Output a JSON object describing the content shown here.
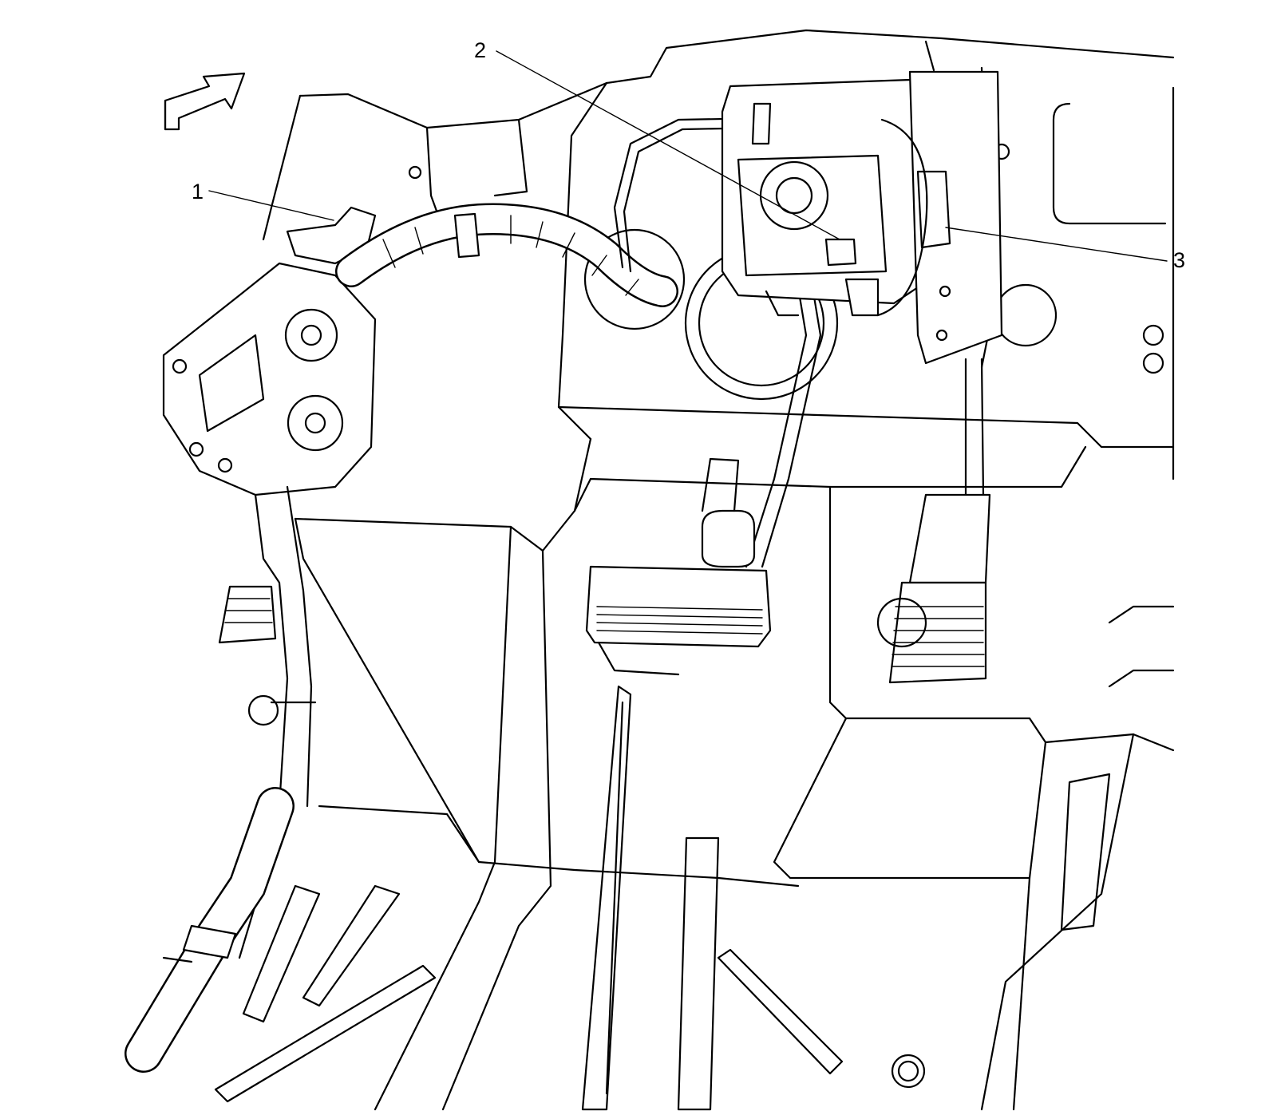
{
  "diagram": {
    "callouts": [
      {
        "label": "1"
      },
      {
        "label": "2"
      },
      {
        "label": "3"
      }
    ],
    "icons": [
      "direction-arrow-icon"
    ],
    "colors": {
      "line": "#000000",
      "background": "#ffffff"
    }
  }
}
